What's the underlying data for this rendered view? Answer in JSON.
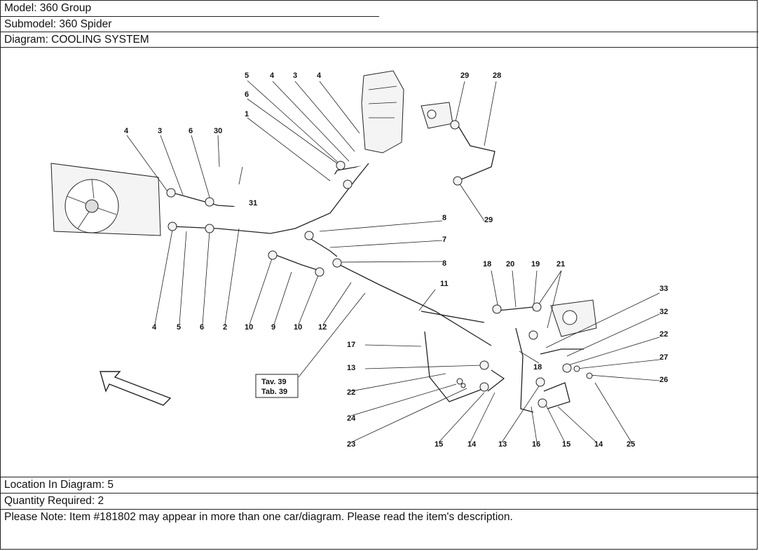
{
  "header": {
    "model": "Model: 360 Group",
    "submodel": "Submodel: 360 Spider",
    "diagram": "Diagram: COOLING SYSTEM"
  },
  "footer": {
    "location": "Location In Diagram: 5",
    "quantity": "Quantity Required: 2",
    "note": "Please Note: Item #181802 may appear in more than one car/diagram. Please read the item's description."
  },
  "diagram": {
    "callouts": [
      "5",
      "4",
      "3",
      "4",
      "6",
      "1",
      "29",
      "28",
      "4",
      "3",
      "6",
      "30",
      "31",
      "8",
      "7",
      "8",
      "29",
      "18",
      "20",
      "19",
      "21",
      "11",
      "33",
      "32",
      "22",
      "27",
      "26",
      "17",
      "13",
      "22",
      "24",
      "23",
      "15",
      "14",
      "13",
      "16",
      "15",
      "14",
      "25",
      "4",
      "5",
      "6",
      "2",
      "10",
      "9",
      "10",
      "12",
      "18"
    ],
    "reference_box": {
      "line1": "Tav. 39",
      "line2": "Tab. 39"
    }
  }
}
